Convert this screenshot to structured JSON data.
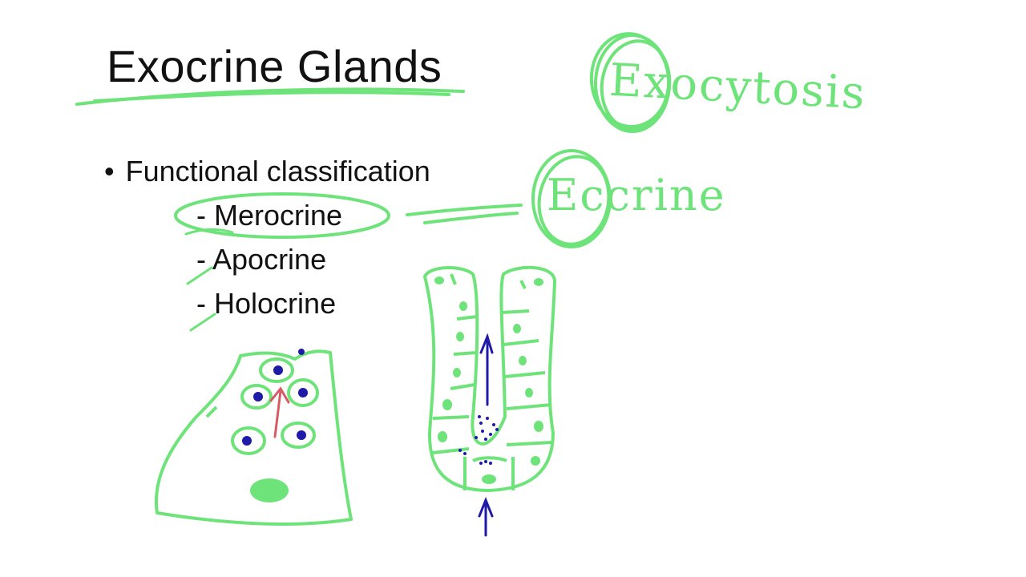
{
  "slide": {
    "title": "Exocrine Glands",
    "bullet": "Functional classification",
    "sub_items": [
      {
        "dash": "-",
        "label": "Merocrine"
      },
      {
        "dash": "-",
        "label": "Apocrine"
      },
      {
        "dash": "-",
        "label": "Holocrine"
      }
    ]
  },
  "annotations": {
    "exocytosis": "Exocytosis",
    "eccrine": "Eccrine"
  },
  "colors": {
    "ink_green": "#6ee37a",
    "ink_blue": "#1f1aa8",
    "ink_red": "#d65b66",
    "text": "#111111"
  }
}
